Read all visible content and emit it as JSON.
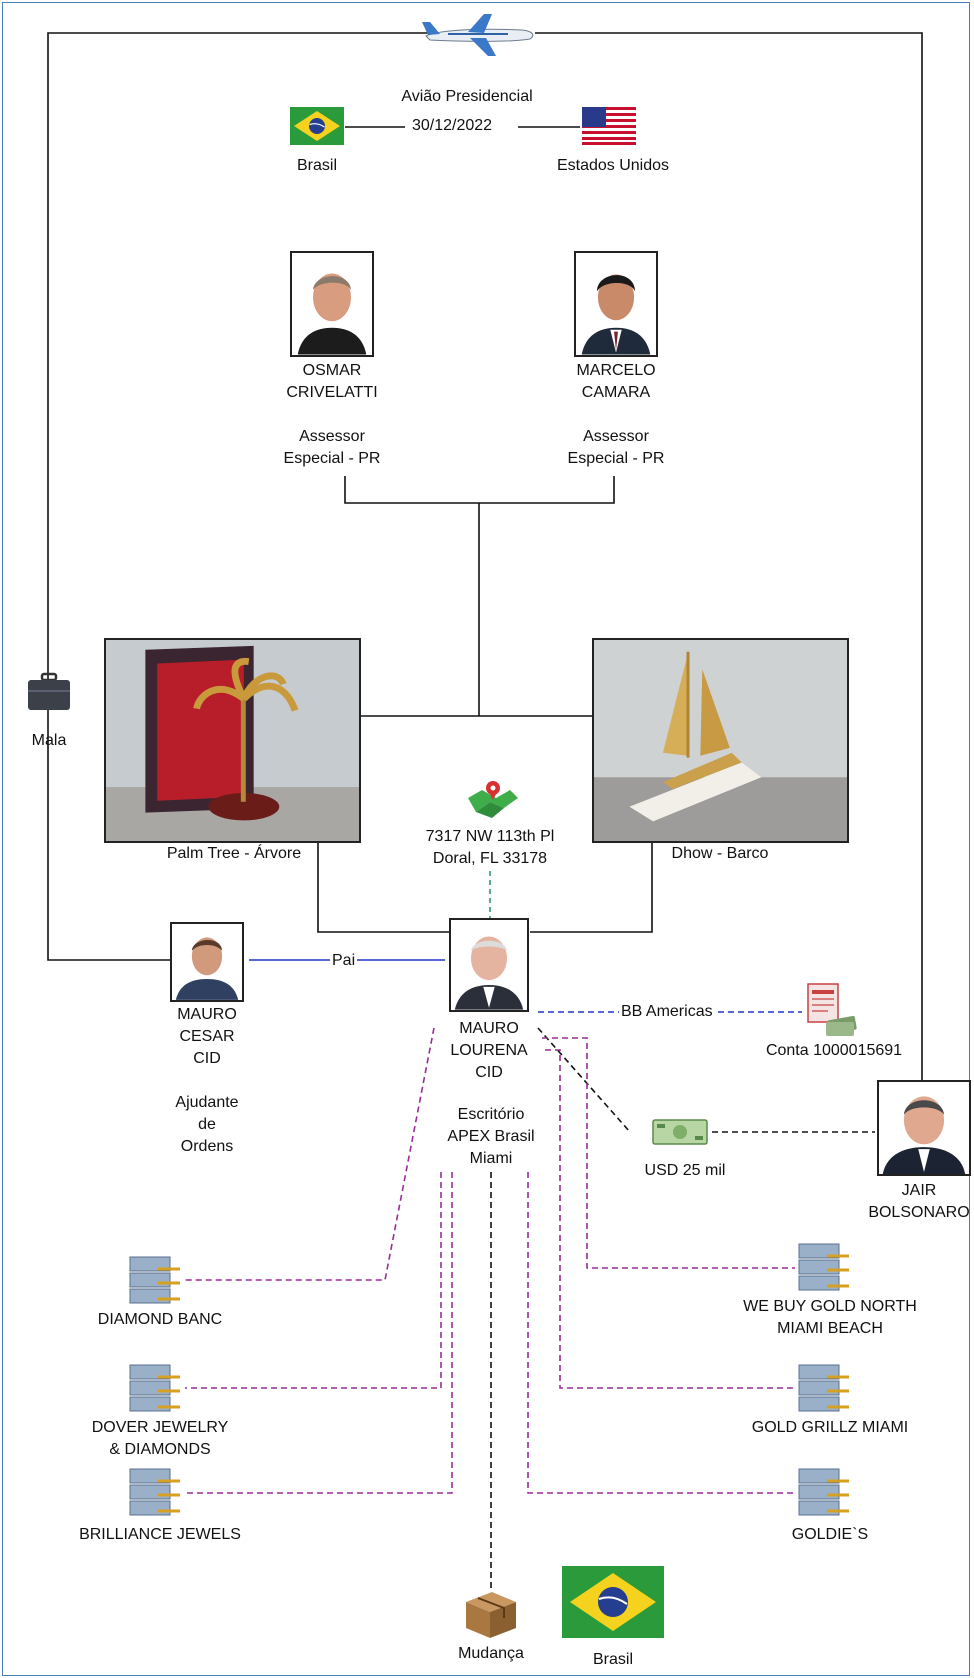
{
  "header": {
    "flight_label": "Avião Presidencial",
    "flight_date": "30/12/2022",
    "origin_country": "Brasil",
    "destination_country": "Estados Unidos"
  },
  "people": {
    "osmar": {
      "name_line1": "OSMAR",
      "name_line2": "CRIVELATTI",
      "role_line1": "Assessor",
      "role_line2": "Especial - PR"
    },
    "marcelo": {
      "name_line1": "MARCELO",
      "name_line2": "CAMARA",
      "role_line1": "Assessor",
      "role_line2": "Especial - PR"
    },
    "mauro_cesar": {
      "name_line1": "MAURO",
      "name_line2": "CESAR",
      "name_line3": "CID",
      "role_line1": "Ajudante",
      "role_line2": "de",
      "role_line3": "Ordens"
    },
    "mauro_lourena": {
      "name_line1": "MAURO",
      "name_line2": "LOURENA",
      "name_line3": "CID"
    },
    "jair": {
      "name_line1": "JAIR",
      "name_line2": "BOLSONARO"
    }
  },
  "items": {
    "palm_tree": "Palm Tree - Árvore",
    "dhow": "Dhow - Barco",
    "suitcase": "Mala",
    "moving": "Mudança",
    "brasil_flag": "Brasil"
  },
  "location": {
    "address_line1": "7317 NW 113th Pl",
    "address_line2": "Doral, FL 33178"
  },
  "relations": {
    "father": "Pai",
    "bank": "BB Americas",
    "account": "Conta 1000015691",
    "cash": "USD 25 mil"
  },
  "office": {
    "line1": "Escritório",
    "line2": "APEX Brasil",
    "line3": "Miami"
  },
  "stores_left": {
    "diamond_banc": "DIAMOND BANC",
    "dover_line1": "DOVER JEWELRY",
    "dover_line2": "& DIAMONDS",
    "brilliance": "BRILLIANCE JEWELS"
  },
  "stores_right": {
    "webuy_line1": "WE BUY GOLD NORTH",
    "webuy_line2": "MIAMI BEACH",
    "grillz": "GOLD GRILLZ MIAMI",
    "goldies": "GOLDIE`S"
  },
  "colors": {
    "line_black": "#111111",
    "line_blue": "#2233cc",
    "line_purple": "#9a2c9a",
    "line_green": "#2e9b6b",
    "frame_blue": "#4a7ebb"
  }
}
